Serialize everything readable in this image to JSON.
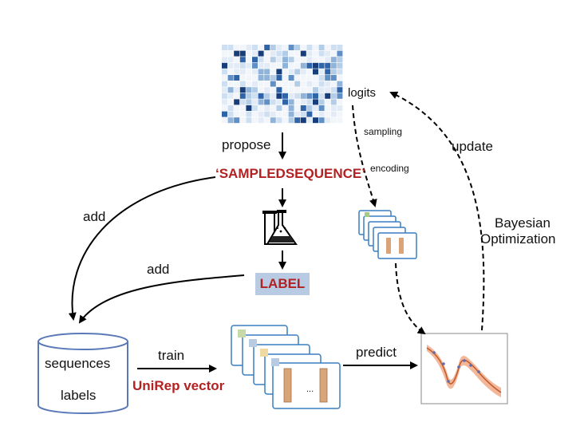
{
  "propose": "propose",
  "sampled_sequence": "‘SAMPLEDSEQUENCE’",
  "add_top": "add",
  "add_bottom": "add",
  "label": "LABEL",
  "logits": "logits",
  "sampling": "sampling",
  "encoding": "encoding",
  "update": "update",
  "bayesian": "Bayesian",
  "optimization": "Optimization",
  "db_sequences": "sequences",
  "db_labels": "labels",
  "train": "train",
  "unirep_vector": "UniRep vector",
  "predict": "predict",
  "ellipsis": "...",
  "colors": {
    "accent_red": "#b22222",
    "label_bg": "#b8cbe3",
    "db_stroke": "#5b79b7",
    "fit_band": "#f0a47e"
  }
}
